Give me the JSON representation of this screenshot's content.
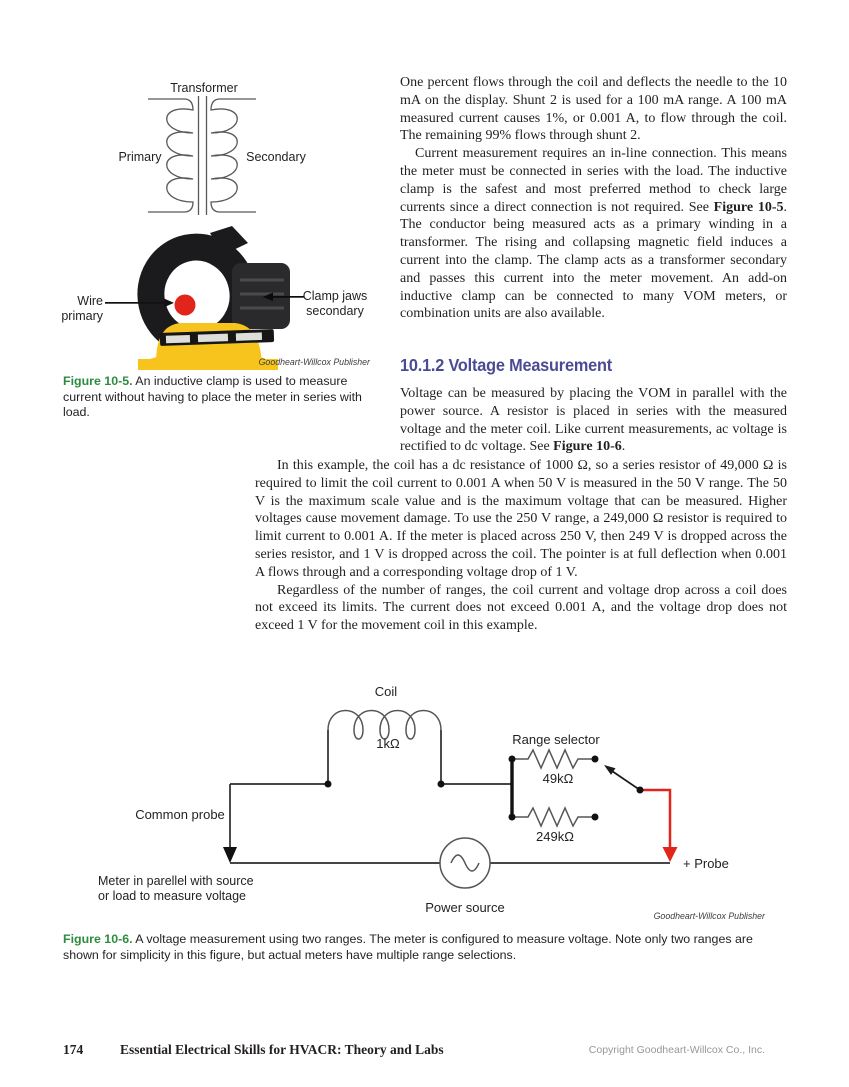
{
  "colors": {
    "accent_purple": "#4b4b94",
    "caption_green": "#2e8b40",
    "probe_red": "#e1251b",
    "clamp_yellow": "#f6c41c"
  },
  "figure_10_5": {
    "diagram": {
      "title": "Transformer",
      "left_winding_label": "Primary",
      "right_winding_label": "Secondary"
    },
    "photo": {
      "wire_label": [
        "Wire",
        "primary"
      ],
      "clamp_label": [
        "Clamp jaws",
        "secondary"
      ]
    },
    "credit": "Goodheart-Willcox Publisher",
    "caption": {
      "label": "Figure 10-5.",
      "text": " An inductive clamp is used to measure current without having to place the meter in series with load."
    }
  },
  "body": {
    "para_one_percent": "One percent flows through the coil and deflects the needle to the 10 mA on the display. Shunt 2 is used for a 100 mA range. A 100 mA measured current causes 1%, or 0.001 A, to flow through the coil. The remaining 99% flows through shunt 2.",
    "para_current": {
      "pre": "Current measurement requires an in-line connection. This means the meter must be connected in series with the load. The inductive clamp is the safest and most preferred method to check large currents since a direct connection is not required. See ",
      "ref": "Figure 10-5",
      "post": ". The conductor being measured acts as a primary winding in a transformer. The rising and collapsing magnetic field induces a current into the clamp. The clamp acts as a transformer secondary and passes this current into the meter movement. An add-on inductive clamp can be connected to many VOM meters, or combination units are also available."
    },
    "heading_voltage": "10.1.2 Voltage Measurement",
    "para_voltage": {
      "pre": "Voltage can be measured by placing the VOM in parallel with the power source. A resistor is placed in series with the measured voltage and the meter coil. Like current measurements, ac voltage is rectified to dc voltage. See ",
      "ref": "Figure 10-6",
      "post": "."
    },
    "para_example": "In this example, the coil has a dc resistance of 1000 Ω, so a series resistor of 49,000 Ω is required to limit the coil current to 0.001 A when 50 V is measured in the 50 V range. The 50 V is the maximum scale value and is the maximum voltage that can be measured. Higher voltages cause movement damage. To use the 250 V range, a 249,000 Ω resistor is required to limit current to 0.001 A. If the meter is placed across 250 V, then 249 V is dropped across the series resistor, and 1 V is dropped across the coil. The pointer is at full deflection when 0.001 A flows through and a corresponding voltage drop of 1 V.",
    "para_regardless": "Regardless of the number of ranges, the coil current and voltage drop across a coil does not exceed its limits. The current does not exceed 0.001 A, and the voltage drop does not exceed 1 V for the movement coil in this example."
  },
  "figure_10_6": {
    "labels": {
      "coil": "Coil",
      "coil_value": "1kΩ",
      "range_selector": "Range selector",
      "resistor_top": "49kΩ",
      "resistor_bottom": "249kΩ",
      "common_probe": "Common probe",
      "meter_note_1": "Meter in parellel with source",
      "meter_note_2": "or load to measure voltage",
      "power_source": "Power source",
      "plus_probe": "+ Probe"
    },
    "credit": "Goodheart-Willcox Publisher",
    "caption": {
      "label": "Figure 10-6.",
      "text": " A voltage measurement using two ranges. The meter is configured to measure voltage. Note only two ranges are shown for simplicity in this figure, but actual meters have multiple range selections."
    }
  },
  "footer": {
    "page_number": "174",
    "book_title": "Essential Electrical Skills for HVACR: Theory and Labs",
    "copyright": "Copyright Goodheart-Willcox Co., Inc."
  }
}
